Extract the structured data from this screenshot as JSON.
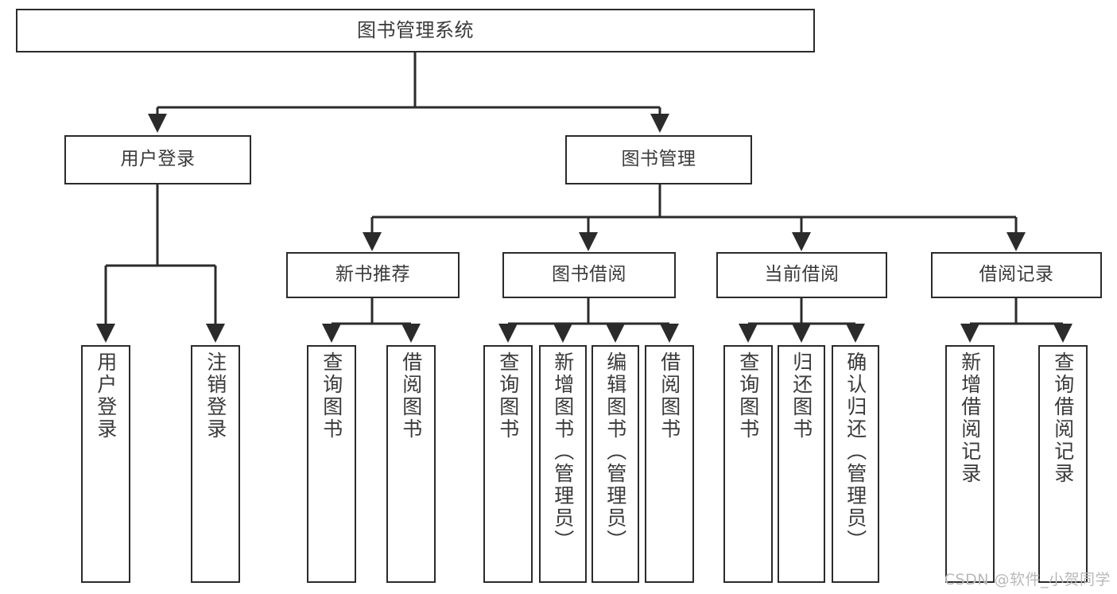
{
  "diagram": {
    "type": "tree-hierarchy-diagram",
    "title": "图书管理系统",
    "watermark": "CSDN @软件_小贺同学",
    "colors": {
      "box_border": "#2b2b2b",
      "box_fill": "#ffffff",
      "connector": "#2b2b2b",
      "text": "#3a3a3a",
      "watermark": "#b9b9b9",
      "background": "#ffffff"
    },
    "levels": [
      {
        "level": 1,
        "nodes": [
          {
            "id": "root",
            "label": "图书管理系统",
            "orientation": "horizontal"
          }
        ]
      },
      {
        "level": 2,
        "nodes": [
          {
            "id": "login",
            "label": "用户登录",
            "orientation": "horizontal",
            "parent": "root"
          },
          {
            "id": "bookmgmt",
            "label": "图书管理",
            "orientation": "horizontal",
            "parent": "root"
          }
        ]
      },
      {
        "level": 3,
        "nodes": [
          {
            "id": "newbook",
            "label": "新书推荐",
            "orientation": "horizontal",
            "parent": "bookmgmt"
          },
          {
            "id": "borrow",
            "label": "图书借阅",
            "orientation": "horizontal",
            "parent": "bookmgmt"
          },
          {
            "id": "current",
            "label": "当前借阅",
            "orientation": "horizontal",
            "parent": "bookmgmt"
          },
          {
            "id": "records",
            "label": "借阅记录",
            "orientation": "horizontal",
            "parent": "bookmgmt"
          }
        ]
      },
      {
        "level": 4,
        "nodes": [
          {
            "id": "leaf1",
            "label": "用户登录",
            "orientation": "vertical",
            "parent": "login"
          },
          {
            "id": "leaf2",
            "label": "注销登录",
            "orientation": "vertical",
            "parent": "login"
          },
          {
            "id": "leaf3",
            "label": "查询图书",
            "orientation": "vertical",
            "parent": "newbook"
          },
          {
            "id": "leaf4",
            "label": "借阅图书",
            "orientation": "vertical",
            "parent": "newbook"
          },
          {
            "id": "leaf5",
            "label": "查询图书",
            "orientation": "vertical",
            "parent": "borrow"
          },
          {
            "id": "leaf6",
            "label": "新增图书（管理员）",
            "orientation": "vertical",
            "parent": "borrow"
          },
          {
            "id": "leaf7",
            "label": "编辑图书（管理员）",
            "orientation": "vertical",
            "parent": "borrow"
          },
          {
            "id": "leaf8",
            "label": "借阅图书",
            "orientation": "vertical",
            "parent": "borrow"
          },
          {
            "id": "leaf9",
            "label": "查询图书",
            "orientation": "vertical",
            "parent": "current"
          },
          {
            "id": "leaf10",
            "label": "归还图书",
            "orientation": "vertical",
            "parent": "current"
          },
          {
            "id": "leaf11",
            "label": "确认归还（管理员）",
            "orientation": "vertical",
            "parent": "current"
          },
          {
            "id": "leaf12",
            "label": "新增借阅记录",
            "orientation": "vertical",
            "parent": "records"
          },
          {
            "id": "leaf13",
            "label": "查询借阅记录",
            "orientation": "vertical",
            "parent": "records"
          }
        ]
      }
    ]
  }
}
